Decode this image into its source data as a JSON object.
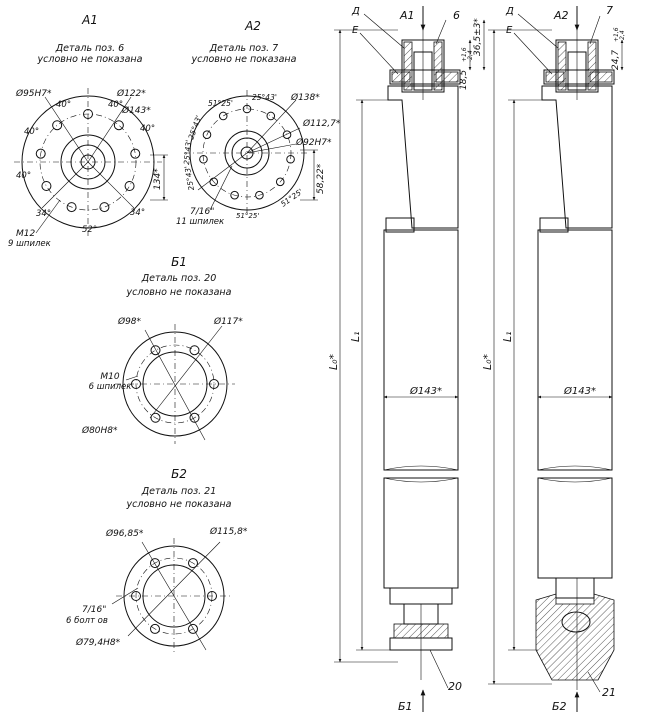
{
  "views": {
    "a1": {
      "title": "А1",
      "note1": "Деталь поз. 6",
      "note2": "условно не показана",
      "dims": [
        "Ø95H7*",
        "Ø122*",
        "Ø143*",
        "134*"
      ],
      "angles": [
        "40°",
        "40°",
        "40°",
        "40°",
        "40°",
        "34°",
        "34°",
        "52°"
      ],
      "thread": "М12",
      "studs": "9 шпилек"
    },
    "a2": {
      "title": "А2",
      "note1": "Деталь поз. 7",
      "note2": "условно не показана",
      "dims": [
        "Ø138*",
        "Ø112,7*",
        "Ø92H7*",
        "58,22*"
      ],
      "angles": [
        "25°43'",
        "51°25'",
        "25°43'",
        "25°43'",
        "25°43'",
        "51°25'",
        "51°25'"
      ],
      "thread": "7/16\"",
      "studs": "11 шпилек"
    },
    "b1": {
      "title": "Б1",
      "note1": "Деталь поз. 20",
      "note2": "условно не показана",
      "dims": [
        "Ø98*",
        "Ø117*",
        "Ø80H8*"
      ],
      "thread": "М10",
      "studs": "6 шпилек"
    },
    "b2": {
      "title": "Б2",
      "note1": "Деталь поз. 21",
      "note2": "условно не показана",
      "dims": [
        "Ø96,85*",
        "Ø115,8*",
        "Ø79,4H8*"
      ],
      "thread": "7/16\"",
      "studs": "6 болт ов"
    }
  },
  "sections": {
    "left": {
      "view_top": "А1",
      "view_bottom": "Б1",
      "letter_d": "Д",
      "letter_e": "Е",
      "pos_top": "6",
      "pos_bottom": "20",
      "dim_a": "18,5",
      "dim_a_tol": "+1,6",
      "dim_a_tol2": "-2,4",
      "dim_b": "36,5±3*",
      "diameter": "Ø143*",
      "length_total": "L₀*",
      "length": "L₁"
    },
    "right": {
      "view_top": "А2",
      "view_bottom": "Б2",
      "letter_d": "Д",
      "letter_e": "Е",
      "pos_top": "7",
      "pos_bottom": "21",
      "dim_a": "24,7",
      "dim_a_tol": "+1,6",
      "dim_a_tol2": "-2,4",
      "diameter": "Ø143*",
      "length_total": "L₀*",
      "length": "L₁"
    }
  }
}
